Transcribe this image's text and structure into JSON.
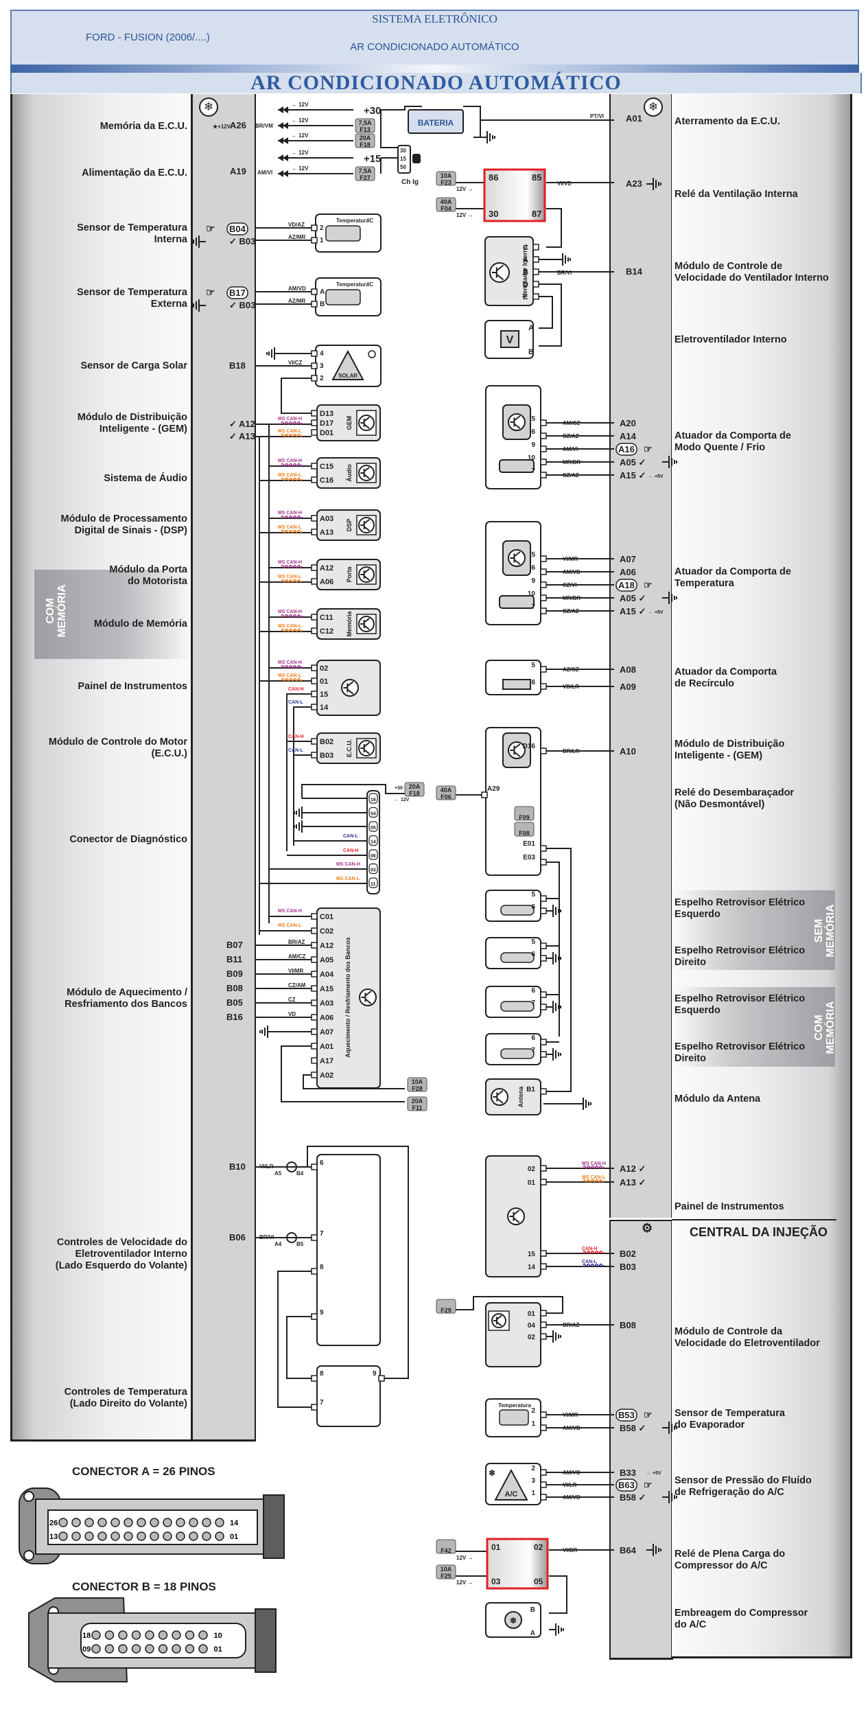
{
  "header": {
    "system": "SISTEMA ELETRÔNICO",
    "vehicle": "FORD - FUSION (2006/....)",
    "subtitle": "AR CONDICIONADO AUTOMÁTICO",
    "title": "AR CONDICIONADO AUTOMÁTICO"
  },
  "left_labels": [
    {
      "id": "mem-ecu",
      "text": "Memória da E.C.U."
    },
    {
      "id": "alim-ecu",
      "text": "Alimentação da E.C.U."
    },
    {
      "id": "sens-temp-int",
      "text": "Sensor de Temperatura\nInterna"
    },
    {
      "id": "sens-temp-ext",
      "text": "Sensor de Temperatura\nExterna"
    },
    {
      "id": "sens-solar",
      "text": "Sensor de Carga Solar"
    },
    {
      "id": "gem",
      "text": "Módulo de Distribuição\nInteligente - (GEM)"
    },
    {
      "id": "audio",
      "text": "Sistema de Áudio"
    },
    {
      "id": "dsp",
      "text": "Módulo de Processamento\nDigital de Sinais - (DSP)"
    },
    {
      "id": "porta",
      "text": "Módulo da Porta\ndo Motorista"
    },
    {
      "id": "memoria",
      "text": "Módulo de Memória"
    },
    {
      "id": "painel",
      "text": "Painel de Instrumentos"
    },
    {
      "id": "ecu-motor",
      "text": "Módulo de Controle do Motor\n(E.C.U.)"
    },
    {
      "id": "diag",
      "text": "Conector de Diagnóstico"
    },
    {
      "id": "bancos",
      "text": "Módulo de Aquecimento /\nResfriamento dos Bancos"
    },
    {
      "id": "vel-vol",
      "text": "Controles de Velocidade do\nEletroventilador Interno\n(Lado Esquerdo do Volante)"
    },
    {
      "id": "temp-vol",
      "text": "Controles de Temperatura\n(Lado Direito do Volante)"
    }
  ],
  "left_memory_band": "COM\nMEMÓRIA",
  "right_labels": [
    {
      "id": "aterr",
      "text": "Aterramento da E.C.U."
    },
    {
      "id": "rele-vent",
      "text": "Relé da Ventilação Interna"
    },
    {
      "id": "mod-vent",
      "text": "Módulo de Controle de\nVelocidade do Ventilador Interno"
    },
    {
      "id": "eletrovent",
      "text": "Eletroventilador Interno"
    },
    {
      "id": "atu-modo",
      "text": "Atuador da Comporta de\nModo Quente / Frio"
    },
    {
      "id": "atu-temp",
      "text": "Atuador da Comporta de\nTemperatura"
    },
    {
      "id": "atu-rec",
      "text": "Atuador da Comporta\nde Recírculo"
    },
    {
      "id": "gem-r",
      "text": "Módulo de Distribuição\nInteligente - (GEM)"
    },
    {
      "id": "rele-desemb",
      "text": "Relé do Desembaraçador\n(Não Desmontável)"
    },
    {
      "id": "esp-esq-sem",
      "text": "Espelho Retrovisor Elétrico\nEsquerdo"
    },
    {
      "id": "esp-dir-sem",
      "text": "Espelho Retrovisor Elétrico\nDireito"
    },
    {
      "id": "esp-esq-com",
      "text": "Espelho Retrovisor Elétrico\nEsquerdo"
    },
    {
      "id": "esp-dir-com",
      "text": "Espelho Retrovisor Elétrico\nDireito"
    },
    {
      "id": "antena",
      "text": "Módulo da Antena"
    },
    {
      "id": "painel-r",
      "text": "Painel de Instrumentos"
    },
    {
      "id": "mod-vel-ev",
      "text": "Módulo de Controle da\nVelocidade do Eletroventilador"
    },
    {
      "id": "sens-evap",
      "text": "Sensor de Temperatura\ndo Evaporador"
    },
    {
      "id": "sens-press",
      "text": "Sensor de Pressão do Fluído\nde Refrigeração do A/C"
    },
    {
      "id": "rele-comp",
      "text": "Relé de Plena Carga do\nCompressor do A/C"
    },
    {
      "id": "embreagem",
      "text": "Embreagem do Compressor\ndo A/C"
    }
  ],
  "right_memory_bands": {
    "sem": "SEM\nMEMÓRIA",
    "com": "COM\nMEMÓRIA"
  },
  "central_injecao": "CENTRAL DA INJEÇÃO",
  "ecu_left_pins": [
    {
      "pin": "A26",
      "wire": "BR/VM",
      "note": "+12V"
    },
    {
      "pin": "A19",
      "wire": "AM/VI"
    },
    {
      "pin": "B04",
      "wire": "VD/AZ",
      "boxed": true
    },
    {
      "pin": "B03",
      "wire": "AZ/MR"
    },
    {
      "pin": "B17",
      "wire": "AM/VD",
      "boxed": true
    },
    {
      "pin": "B03",
      "wire": "AZ/MR"
    },
    {
      "pin": "B18",
      "wire": "VI/CZ"
    },
    {
      "pin": "A12",
      "wire": "MS CAN-H"
    },
    {
      "pin": "A13",
      "wire": "MS CAN-L"
    },
    {
      "pin": "B07",
      "wire": "BR/AZ"
    },
    {
      "pin": "B11",
      "wire": "AM/CZ"
    },
    {
      "pin": "B09",
      "wire": "VI/MR"
    },
    {
      "pin": "B08",
      "wire": "CZ/AM"
    },
    {
      "pin": "B05",
      "wire": "CZ"
    },
    {
      "pin": "B16",
      "wire": "VD"
    },
    {
      "pin": "B10",
      "wire": "VI/LR"
    },
    {
      "pin": "B06",
      "wire": "BR/VI"
    }
  ],
  "ecu_right_pins": [
    {
      "pin": "A01",
      "wire": "PT/VI"
    },
    {
      "pin": "A23",
      "wire": "VI/VD"
    },
    {
      "pin": "B14",
      "wire": "BR/VI"
    },
    {
      "pin": "A20",
      "wire": "AM/CZ"
    },
    {
      "pin": "A14",
      "wire": "CZ/AZ"
    },
    {
      "pin": "A16",
      "wire": "AM/VI",
      "boxed": true
    },
    {
      "pin": "A05",
      "wire": "MR/BR"
    },
    {
      "pin": "A15",
      "wire": "CZ/AZ",
      "note": "+5V"
    },
    {
      "pin": "A07",
      "wire": "VI/MR"
    },
    {
      "pin": "A06",
      "wire": "AM/VD"
    },
    {
      "pin": "A18",
      "wire": "CZ/VI",
      "boxed": true
    },
    {
      "pin": "A05",
      "wire": "MR/BR"
    },
    {
      "pin": "A15",
      "wire": "CZ/AZ",
      "note": "+5V"
    },
    {
      "pin": "A08",
      "wire": "AZ/CZ"
    },
    {
      "pin": "A09",
      "wire": "VD/LR"
    },
    {
      "pin": "A10",
      "wire": "BR/LR"
    },
    {
      "pin": "A12",
      "wire": "MS CAN-H"
    },
    {
      "pin": "A13",
      "wire": "MS CAN-L"
    },
    {
      "pin": "B02",
      "wire": "CAN-H"
    },
    {
      "pin": "B03",
      "wire": "CAN-L"
    },
    {
      "pin": "B08",
      "wire": "BR/AZ"
    },
    {
      "pin": "B53",
      "wire": "VI/MR",
      "boxed": true
    },
    {
      "pin": "B58",
      "wire": "AM/VD"
    },
    {
      "pin": "B33",
      "wire": "AM/VD",
      "note": "+5V"
    },
    {
      "pin": "B63",
      "wire": "VI/LR",
      "boxed": true
    },
    {
      "pin": "B58",
      "wire": "AM/VD"
    },
    {
      "pin": "B64",
      "wire": "VI/BR"
    }
  ],
  "power": {
    "battery": "BATERIA",
    "plus30": "+30",
    "plus15": "+15",
    "ignition": "Ch Ig",
    "ign_pins": [
      "30",
      "15",
      "50"
    ],
    "volt": "12V",
    "volt5": "+5V",
    "fuses": [
      {
        "amp": "7,5A",
        "id": "F13"
      },
      {
        "amp": "20A",
        "id": "F18"
      },
      {
        "amp": "7,5A",
        "id": "F27"
      },
      {
        "amp": "10A",
        "id": "F23"
      },
      {
        "amp": "40A",
        "id": "F04"
      },
      {
        "amp": "20A",
        "id": "F18"
      },
      {
        "amp": "40A",
        "id": "F06"
      },
      {
        "amp": "10A",
        "id": "F28"
      },
      {
        "amp": "20A",
        "id": "F11"
      },
      {
        "amp": "",
        "id": "F29"
      },
      {
        "amp": "",
        "id": "F42"
      },
      {
        "amp": "10A",
        "id": "F25"
      },
      {
        "amp": "",
        "id": "F09"
      },
      {
        "amp": "",
        "id": "F08"
      }
    ]
  },
  "relay_vent": {
    "pins": [
      "86",
      "85",
      "30",
      "87"
    ]
  },
  "relay_comp": {
    "pins": [
      "01",
      "02",
      "03",
      "05"
    ]
  },
  "components": {
    "temp_sensor_label": "Temperatura",
    "deg": "°C",
    "solar": "SOLAR",
    "gem": "GEM",
    "audio": "Áudio",
    "dsp": "DSP",
    "porta": "Porta",
    "memoria": "Memória",
    "ecu": "E.C.U.",
    "bancos": "Aquecimento / Resfriamento dos Bancos",
    "vent_int": "Ventilador Interno",
    "antena": "Antena",
    "ac": "A/C",
    "motor": "V"
  },
  "diag_pins": [
    "16",
    "04",
    "05",
    "14",
    "06",
    "03",
    "11"
  ],
  "bus_labels": {
    "ms_can_h": "MS CAN-H",
    "ms_can_l": "MS CAN-L",
    "can_h": "CAN-H",
    "can_l": "CAN-L"
  },
  "connectors": [
    {
      "title": "CONECTOR A = 26 PINOS",
      "top_left": "26",
      "top_right": "14",
      "bot_left": "13",
      "bot_right": "01",
      "cols": 13
    },
    {
      "title": "CONECTOR B = 18 PINOS",
      "top_left": "18",
      "top_right": "10",
      "bot_left": "09",
      "bot_right": "01",
      "cols": 9
    }
  ],
  "colors": {
    "header_bg": "#d6dfed",
    "header_text": "#2b5597",
    "ms_can_h": "#a3358f",
    "ms_can_l": "#f07d1a",
    "can_h": "#e5202e",
    "can_l": "#2e3192",
    "relay_border": "#e31e24",
    "ecu_gray": "#d1d3d5"
  }
}
